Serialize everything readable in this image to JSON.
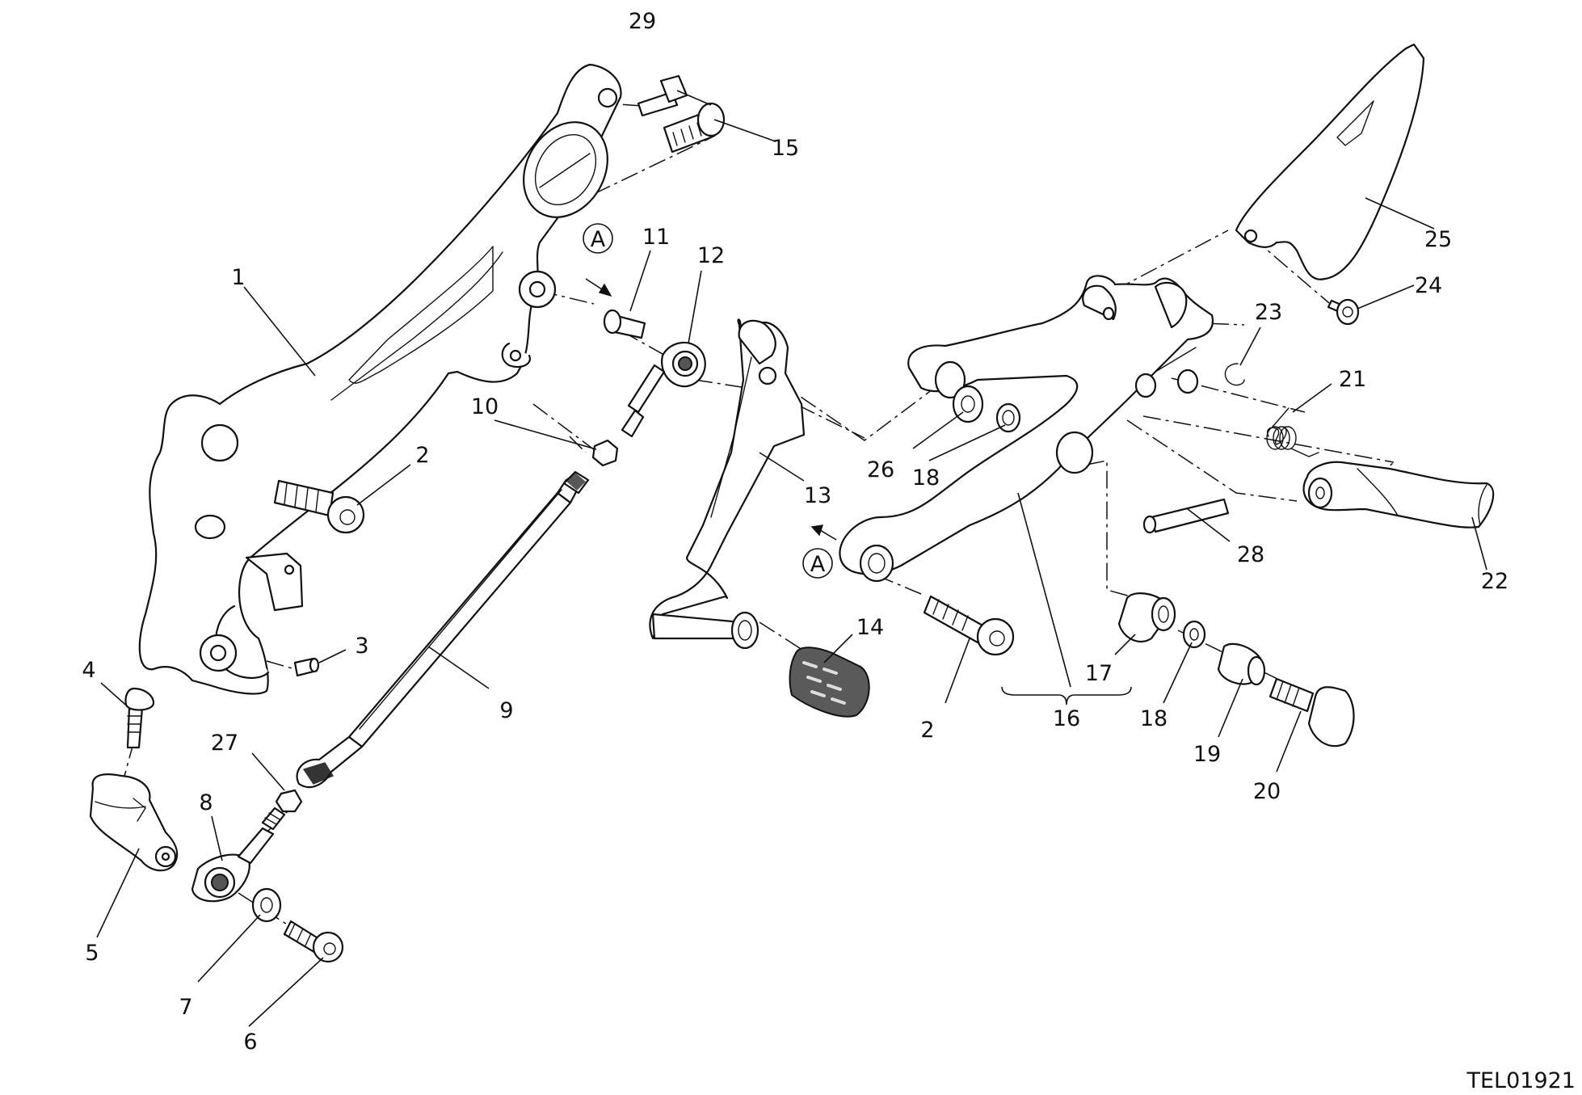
{
  "drawing_code": "TEL01921",
  "reference_marker": "A",
  "callouts": [
    {
      "key": "p1",
      "text": "1"
    },
    {
      "key": "p2a",
      "text": "2"
    },
    {
      "key": "p2b",
      "text": "2"
    },
    {
      "key": "p3",
      "text": "3"
    },
    {
      "key": "p4",
      "text": "4"
    },
    {
      "key": "p5",
      "text": "5"
    },
    {
      "key": "p6",
      "text": "6"
    },
    {
      "key": "p7",
      "text": "7"
    },
    {
      "key": "p8",
      "text": "8"
    },
    {
      "key": "p9",
      "text": "9"
    },
    {
      "key": "p10",
      "text": "10"
    },
    {
      "key": "p11",
      "text": "11"
    },
    {
      "key": "p12",
      "text": "12"
    },
    {
      "key": "p13",
      "text": "13"
    },
    {
      "key": "p14",
      "text": "14"
    },
    {
      "key": "p15",
      "text": "15"
    },
    {
      "key": "p16",
      "text": "16"
    },
    {
      "key": "p17",
      "text": "17"
    },
    {
      "key": "p18a",
      "text": "18"
    },
    {
      "key": "p18b",
      "text": "18"
    },
    {
      "key": "p19",
      "text": "19"
    },
    {
      "key": "p20",
      "text": "20"
    },
    {
      "key": "p21",
      "text": "21"
    },
    {
      "key": "p22",
      "text": "22"
    },
    {
      "key": "p23",
      "text": "23"
    },
    {
      "key": "p24",
      "text": "24"
    },
    {
      "key": "p25",
      "text": "25"
    },
    {
      "key": "p26",
      "text": "26"
    },
    {
      "key": "p27",
      "text": "27"
    },
    {
      "key": "p28",
      "text": "28"
    },
    {
      "key": "p29",
      "text": "29"
    }
  ]
}
